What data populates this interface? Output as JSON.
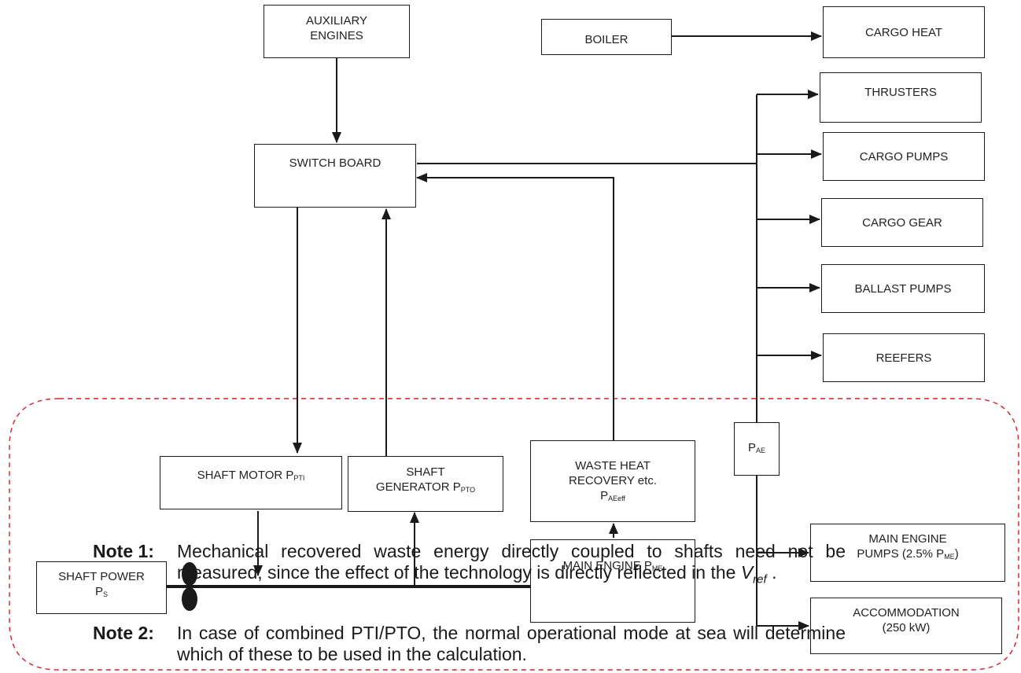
{
  "boxes": {
    "auxiliary_engines": "AUXILIARY ENGINES",
    "boiler": "BOILER",
    "cargo_heat": "CARGO HEAT",
    "thrusters": "THRUSTERS",
    "cargo_pumps": "CARGO PUMPS",
    "cargo_gear": "CARGO GEAR",
    "ballast_pumps": "BALLAST PUMPS",
    "reefers": "REEFERS",
    "switch_board": "SWITCH BOARD",
    "p_ae": {
      "main": "P",
      "sub": "AE"
    },
    "shaft_motor": {
      "main": "SHAFT MOTOR P",
      "sub": "PTI"
    },
    "shaft_generator": {
      "line1": "SHAFT",
      "line2": "GENERATOR P",
      "sub": "PTO"
    },
    "waste_heat": {
      "line1": "WASTE HEAT",
      "line2": "RECOVERY etc.",
      "line3": "P",
      "sub": "AEeff"
    },
    "main_engine": {
      "main": "MAIN ENGINE P",
      "sub": "ME"
    },
    "main_engine_pumps": {
      "line1": "MAIN ENGINE",
      "line2": "PUMPS (2.5% P",
      "sub": "ME",
      "close": ")"
    },
    "accommodation": {
      "line1": "ACCOMMODATION",
      "line2": "(250 kW)"
    },
    "shaft_power": {
      "line1": "SHAFT POWER",
      "line2": "P",
      "sub": "S"
    }
  },
  "notes": {
    "note1_label": "Note 1:",
    "note1_text": "Mechanical recovered waste energy directly coupled to shafts need not be measured, since the effect of the technology is directly reflected in the",
    "note1_var": "V",
    "note1_var_sub": "ref",
    "note1_end": ".",
    "note2_label": "Note 2:",
    "note2_text": "In case of combined PTI/PTO, the normal operational mode at sea will determine which of these to be used in the calculation."
  },
  "colors": {
    "lines": "#1a1a1a",
    "boundary": "#d6202a"
  }
}
